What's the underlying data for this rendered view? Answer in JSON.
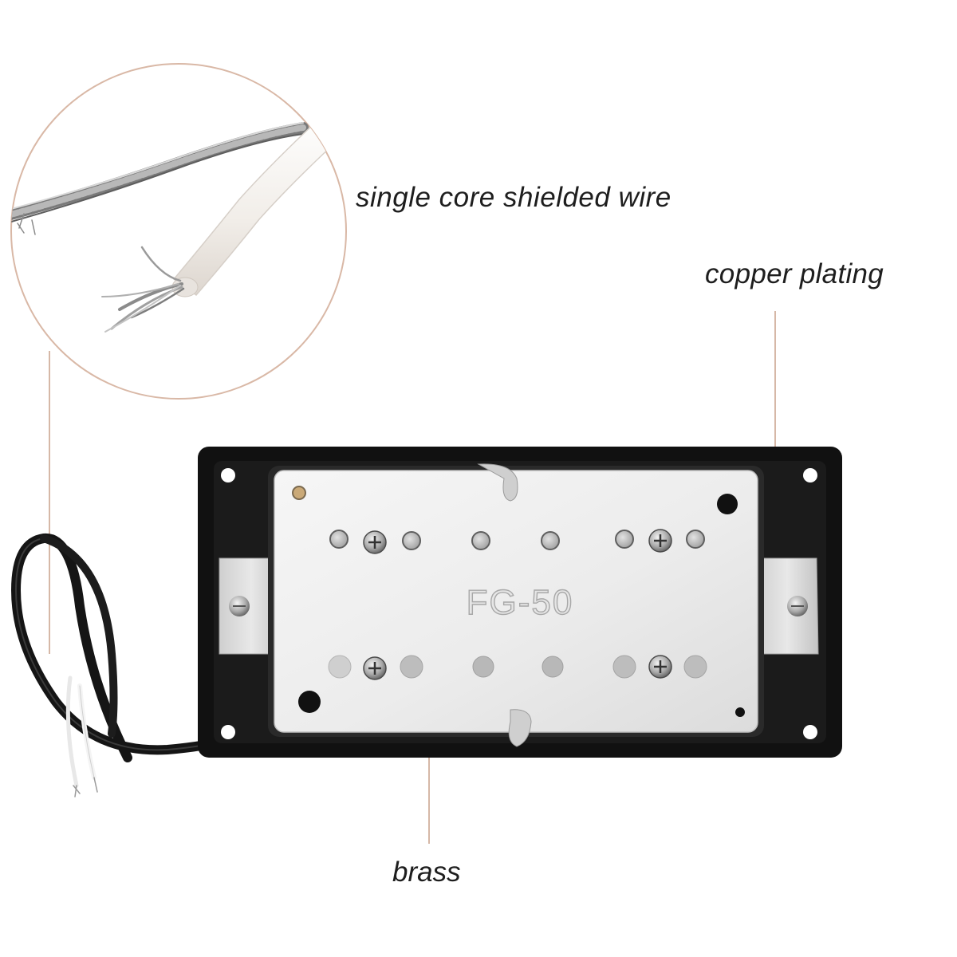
{
  "annotations": {
    "wire": "single core shielded wire",
    "copper": "copper plating",
    "brass": "brass"
  },
  "pickup": {
    "model_marking": "FG-50",
    "pole_count_per_coil": 6
  },
  "colors": {
    "leader_line": "#c9a08a",
    "mounting_ring": "#111111",
    "cover": "#eeeeee",
    "cable": "#151515"
  }
}
